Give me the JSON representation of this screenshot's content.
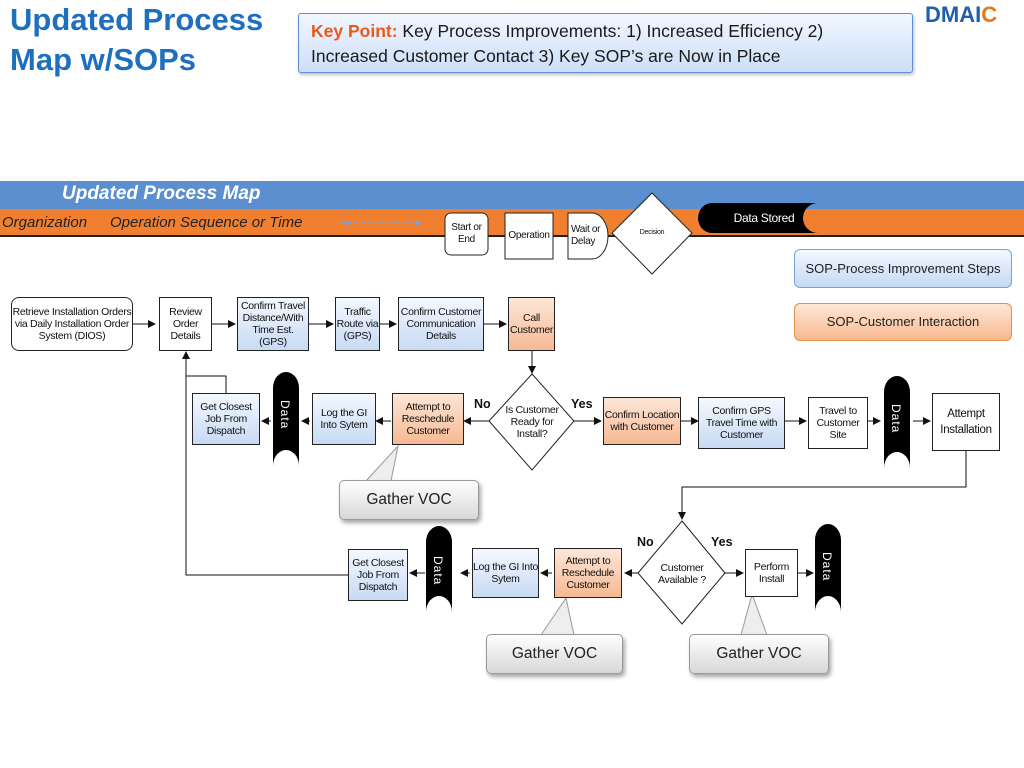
{
  "header": {
    "title": "Updated Process Map w/SOPs",
    "keypoint_label": "Key Point:",
    "keypoint_text": "Key Process Improvements: 1) Increased Efficiency 2) Increased Customer Contact 3) Key SOP’s are Now in Place",
    "logo_part1": "DMAI",
    "logo_part2": "C"
  },
  "bands": {
    "map_title": "Updated Process Map",
    "organization": "Organization",
    "operation_sequence": "Operation Sequence or Time"
  },
  "legend": {
    "start_or_end": "Start or End",
    "operation": "Operation",
    "wait_or_delay": "Wait or Delay",
    "decision": "Decision",
    "data_stored": "Data Stored",
    "sop_process": "SOP-Process Improvement Steps",
    "sop_customer": "SOP-Customer Interaction"
  },
  "row1": {
    "retrieve": "Retrieve Installation Orders via Daily Installation Order System (DIOS)",
    "review": "Review Order Details",
    "confirm_travel": "Confirm Travel Distance/With Time Est. (GPS)",
    "traffic": "Traffic Route via (GPS)",
    "confirm_comm": "Confirm Customer Communication Details",
    "call": "Call Customer"
  },
  "row2": {
    "get_job": "Get Closest Job From Dispatch",
    "data": "Data",
    "log_gi": "Log the GI Into Sytem",
    "attempt_resched": "Attempt to Reschedule Customer",
    "no": "No",
    "decision_ready": "Is Customer Ready for Install?",
    "yes": "Yes",
    "confirm_location": "Confirm Location with Customer",
    "confirm_gps": "Confirm GPS Travel Time with Customer",
    "travel": "Travel to Customer Site",
    "data2": "Data",
    "attempt_install": "Attempt Installation",
    "gather_voc": "Gather VOC"
  },
  "row3": {
    "get_job": "Get Closest Job From Dispatch",
    "data": "Data",
    "log_gi": "Log the GI Into Sytem",
    "attempt_resched": "Attempt to Reschedule Customer",
    "no": "No",
    "decision_available": "Customer Available ?",
    "yes": "Yes",
    "perform": "Perform Install",
    "data2": "Data",
    "gather_voc_left": "Gather VOC",
    "gather_voc_right": "Gather VOC"
  }
}
